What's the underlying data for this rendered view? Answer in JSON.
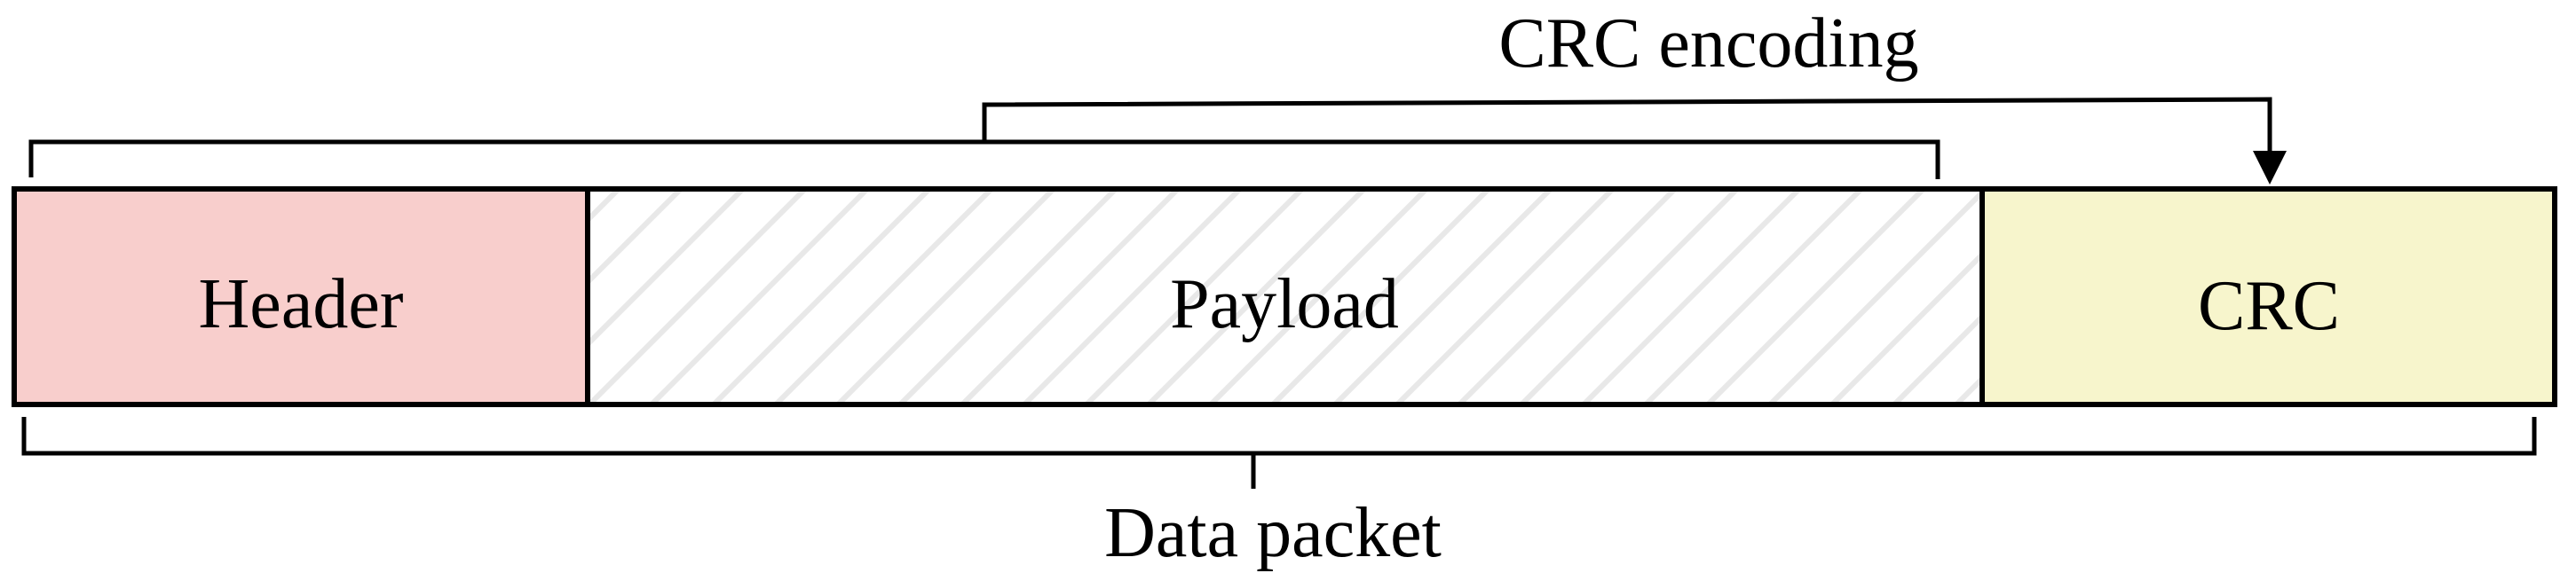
{
  "diagram": {
    "top_label": "CRC encoding",
    "bottom_label": "Data packet",
    "segments": [
      {
        "label": "Header",
        "fill": "#f8cecc"
      },
      {
        "label": "Payload",
        "fill": "#ffffff"
      },
      {
        "label": "CRC",
        "fill": "#f7f5cc"
      }
    ],
    "colors": {
      "stroke": "#000000",
      "hatch": "#e8e8e8",
      "background": "#ffffff"
    }
  }
}
